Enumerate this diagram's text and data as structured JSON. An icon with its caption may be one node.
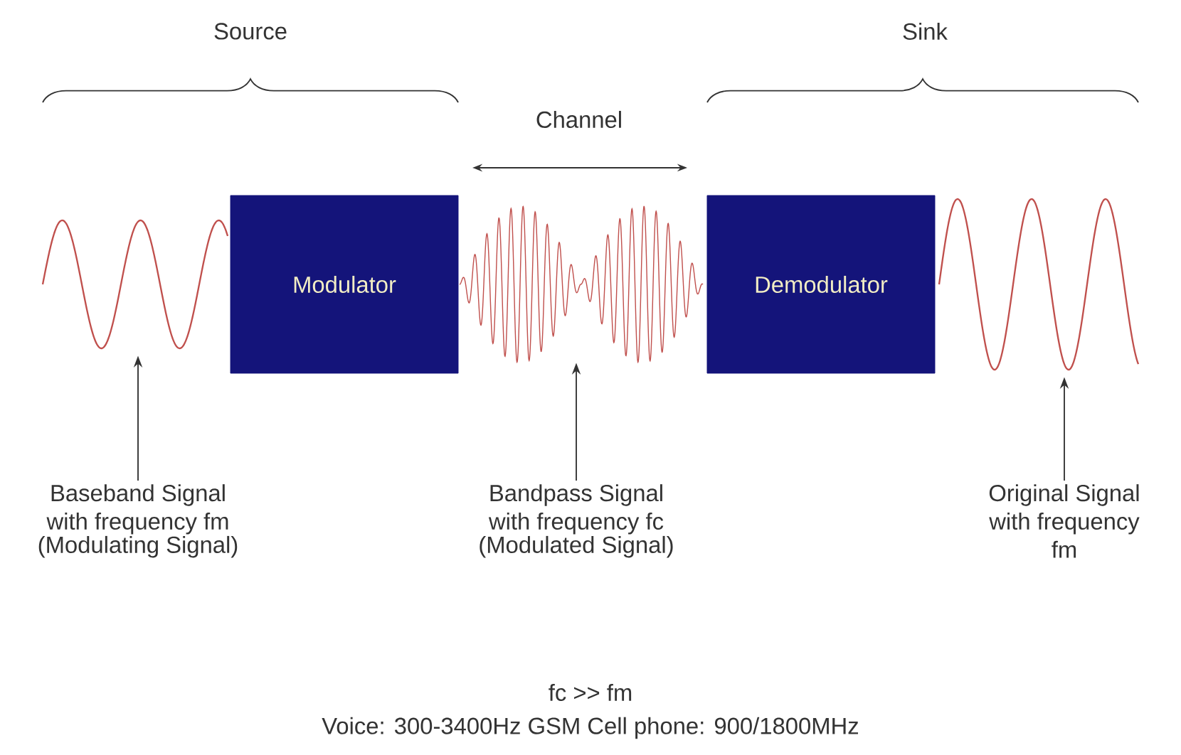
{
  "diagram": {
    "nodes": [
      {
        "text": [
          "Modulator"
        ]
      },
      {
        "text": [
          "Demodulator"
        ]
      },
      {
        "text": [],
        "shape": "picture"
      },
      {
        "text": [],
        "shape": "picture"
      },
      {
        "text": [],
        "shape": "picture"
      },
      {
        "text": [
          "Baseband Signal with frequency fm",
          "(Modulating Signal)"
        ]
      },
      {
        "text": [
          "Bandpass Signal with frequency fc",
          "(Modulated Signal)"
        ]
      },
      {
        "text": [
          "Original Signal with frequency fm"
        ]
      }
    ],
    "edges": [
      {
        "from": 5,
        "to": 2,
        "arrow": "to"
      },
      {
        "from": 6,
        "to": 3,
        "arrow": "to"
      },
      {
        "from": 7,
        "to": 4,
        "arrow": "to"
      }
    ],
    "labels": [
      "Source",
      "Sink",
      "Channel",
      "fc >> fm",
      "Voice: 300-3400Hz  GSM Cell phone: 900/1800MHz"
    ]
  }
}
